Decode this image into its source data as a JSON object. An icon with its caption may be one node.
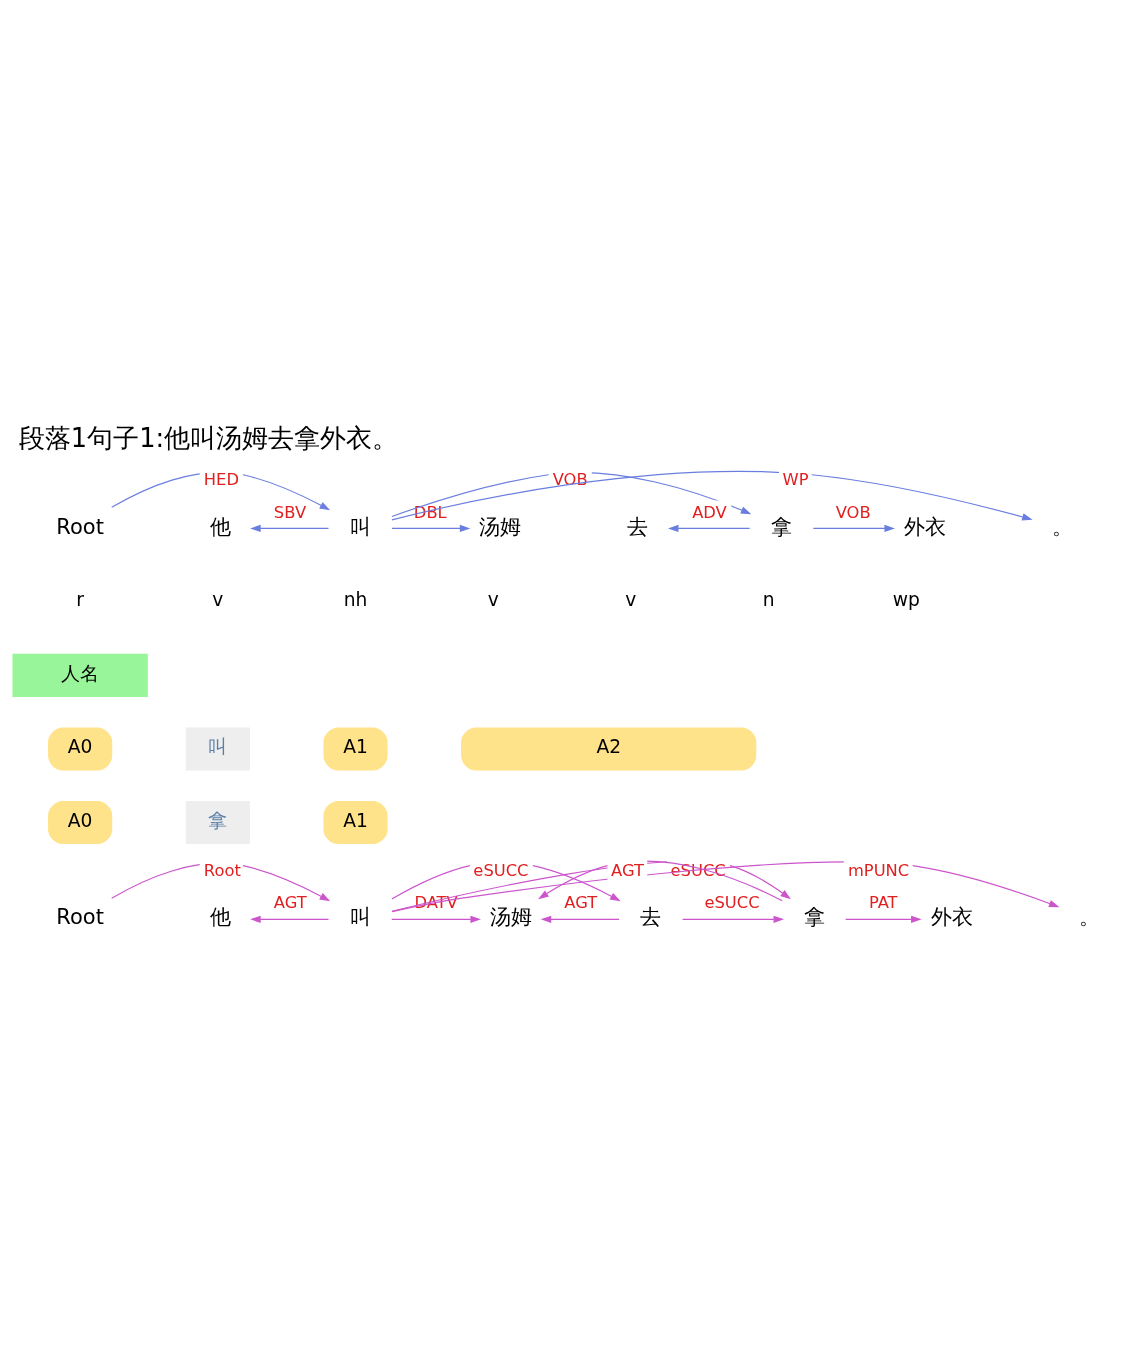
{
  "diagram": {
    "title": "段落1句子1:他叫汤姆去拿外衣。",
    "nodes": [
      {
        "text": [
          "Root"
        ]
      },
      {
        "text": [
          "他"
        ]
      },
      {
        "text": [
          "叫"
        ]
      },
      {
        "text": [
          "汤姆"
        ]
      },
      {
        "text": [
          "去"
        ]
      },
      {
        "text": [
          "拿"
        ]
      },
      {
        "text": [
          "外衣"
        ]
      },
      {
        "text": [
          "。"
        ]
      },
      {
        "text": [
          "人名"
        ]
      },
      {
        "text": [
          "A0"
        ]
      },
      {
        "text": [
          "叫"
        ]
      },
      {
        "text": [
          "A1"
        ]
      },
      {
        "text": [
          "A2"
        ]
      },
      {
        "text": [
          "A0"
        ]
      },
      {
        "text": [
          "拿"
        ]
      },
      {
        "text": [
          "A1"
        ]
      },
      {
        "text": [
          "Root"
        ]
      },
      {
        "text": [
          "他"
        ]
      },
      {
        "text": [
          "叫"
        ]
      },
      {
        "text": [
          "汤姆"
        ]
      },
      {
        "text": [
          "去"
        ]
      },
      {
        "text": [
          "拿"
        ]
      },
      {
        "text": [
          "外衣"
        ]
      },
      {
        "text": [
          "。"
        ]
      }
    ],
    "edges": [
      {
        "from": 0,
        "to": 2,
        "arrow": "to",
        "label": "HED",
        "color": "#6a7ee0"
      },
      {
        "from": 2,
        "to": 1,
        "arrow": "to",
        "label": "SBV",
        "color": "#6a7ee0"
      },
      {
        "from": 2,
        "to": 3,
        "arrow": "to",
        "label": "DBL",
        "color": "#6a7ee0"
      },
      {
        "from": 2,
        "to": 5,
        "arrow": "to",
        "label": "VOB",
        "color": "#6a7ee0"
      },
      {
        "from": 5,
        "to": 4,
        "arrow": "to",
        "label": "ADV",
        "color": "#6a7ee0"
      },
      {
        "from": 5,
        "to": 6,
        "arrow": "to",
        "label": "VOB",
        "color": "#6a7ee0"
      },
      {
        "from": 2,
        "to": 7,
        "arrow": "to",
        "label": "WP",
        "color": "#6a7ee0"
      },
      {
        "from": 16,
        "to": 18,
        "arrow": "to",
        "label": "Root",
        "color": "#cc55cc"
      },
      {
        "from": 18,
        "to": 17,
        "arrow": "to",
        "label": "AGT",
        "color": "#cc55cc"
      },
      {
        "from": 18,
        "to": 19,
        "arrow": "to",
        "label": "DATV",
        "color": "#cc55cc"
      },
      {
        "from": 20,
        "to": 19,
        "arrow": "to",
        "label": "AGT",
        "color": "#cc55cc"
      },
      {
        "from": 21,
        "to": 19,
        "arrow": "to",
        "label": "AGT",
        "color": "#cc55cc"
      },
      {
        "from": 18,
        "to": 20,
        "arrow": "to",
        "label": "eSUCC",
        "color": "#cc55cc"
      },
      {
        "from": 18,
        "to": 21,
        "arrow": "to",
        "label": "eSUCC",
        "color": "#cc55cc"
      },
      {
        "from": 20,
        "to": 21,
        "arrow": "to",
        "label": "eSUCC",
        "color": "#cc55cc"
      },
      {
        "from": 21,
        "to": 22,
        "arrow": "to",
        "label": "PAT",
        "color": "#cc55cc"
      },
      {
        "from": 18,
        "to": 23,
        "arrow": "to",
        "label": "mPUNC",
        "color": "#cc55cc"
      }
    ],
    "labels": [
      "r",
      "v",
      "nh",
      "v",
      "v",
      "n",
      "wp"
    ]
  }
}
